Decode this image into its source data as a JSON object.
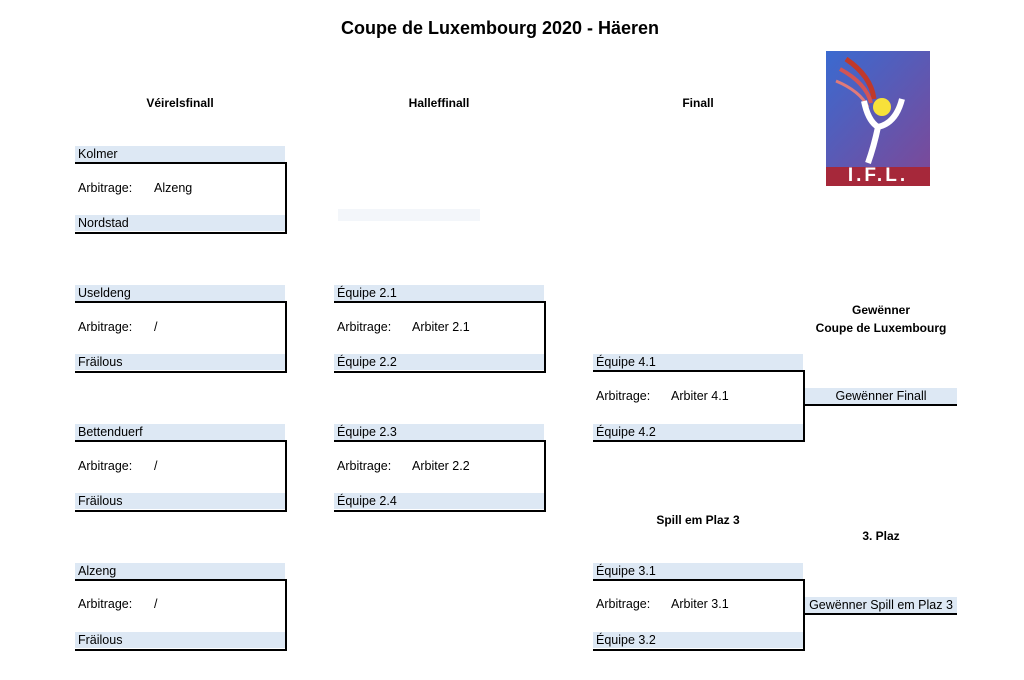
{
  "title": "Coupe de Luxembourg 2020 - Häeren",
  "headers": {
    "quarter": "Véirelsfinall",
    "semi": "Halleffinall",
    "final": "Finall",
    "third_match": "Spill em Plaz 3",
    "winner_line1": "Gewënner",
    "winner_line2": "Coupe de Luxembourg",
    "third_place": "3. Plaz"
  },
  "arbitrage_label": "Arbitrage:",
  "quarterfinals": [
    {
      "team1": "Kolmer",
      "team2": "Nordstad",
      "referee": "Alzeng"
    },
    {
      "team1": "Useldeng",
      "team2": "Fräilous",
      "referee": "/"
    },
    {
      "team1": "Bettenduerf",
      "team2": "Fräilous",
      "referee": "/"
    },
    {
      "team1": "Alzeng",
      "team2": "Fräilous",
      "referee": "/"
    }
  ],
  "semifinals": [
    {
      "team1": "Équipe 2.1",
      "team2": "Équipe 2.2",
      "referee": "Arbiter 2.1"
    },
    {
      "team1": "Équipe 2.3",
      "team2": "Équipe 2.4",
      "referee": "Arbiter 2.2"
    }
  ],
  "final": {
    "team1": "Équipe 4.1",
    "team2": "Équipe 4.2",
    "referee": "Arbiter 4.1",
    "winner": "Gewënner Finall"
  },
  "third": {
    "team1": "Équipe 3.1",
    "team2": "Équipe 3.2",
    "referee": "Arbiter 3.1",
    "winner": "Gewënner Spill em Plaz 3"
  },
  "logo": {
    "text": "I.F.L.",
    "colors": {
      "top": "#2a4fae",
      "bottom_band": "#a6283a",
      "ball": "#f7e13a",
      "feather": "#c0392b"
    }
  }
}
